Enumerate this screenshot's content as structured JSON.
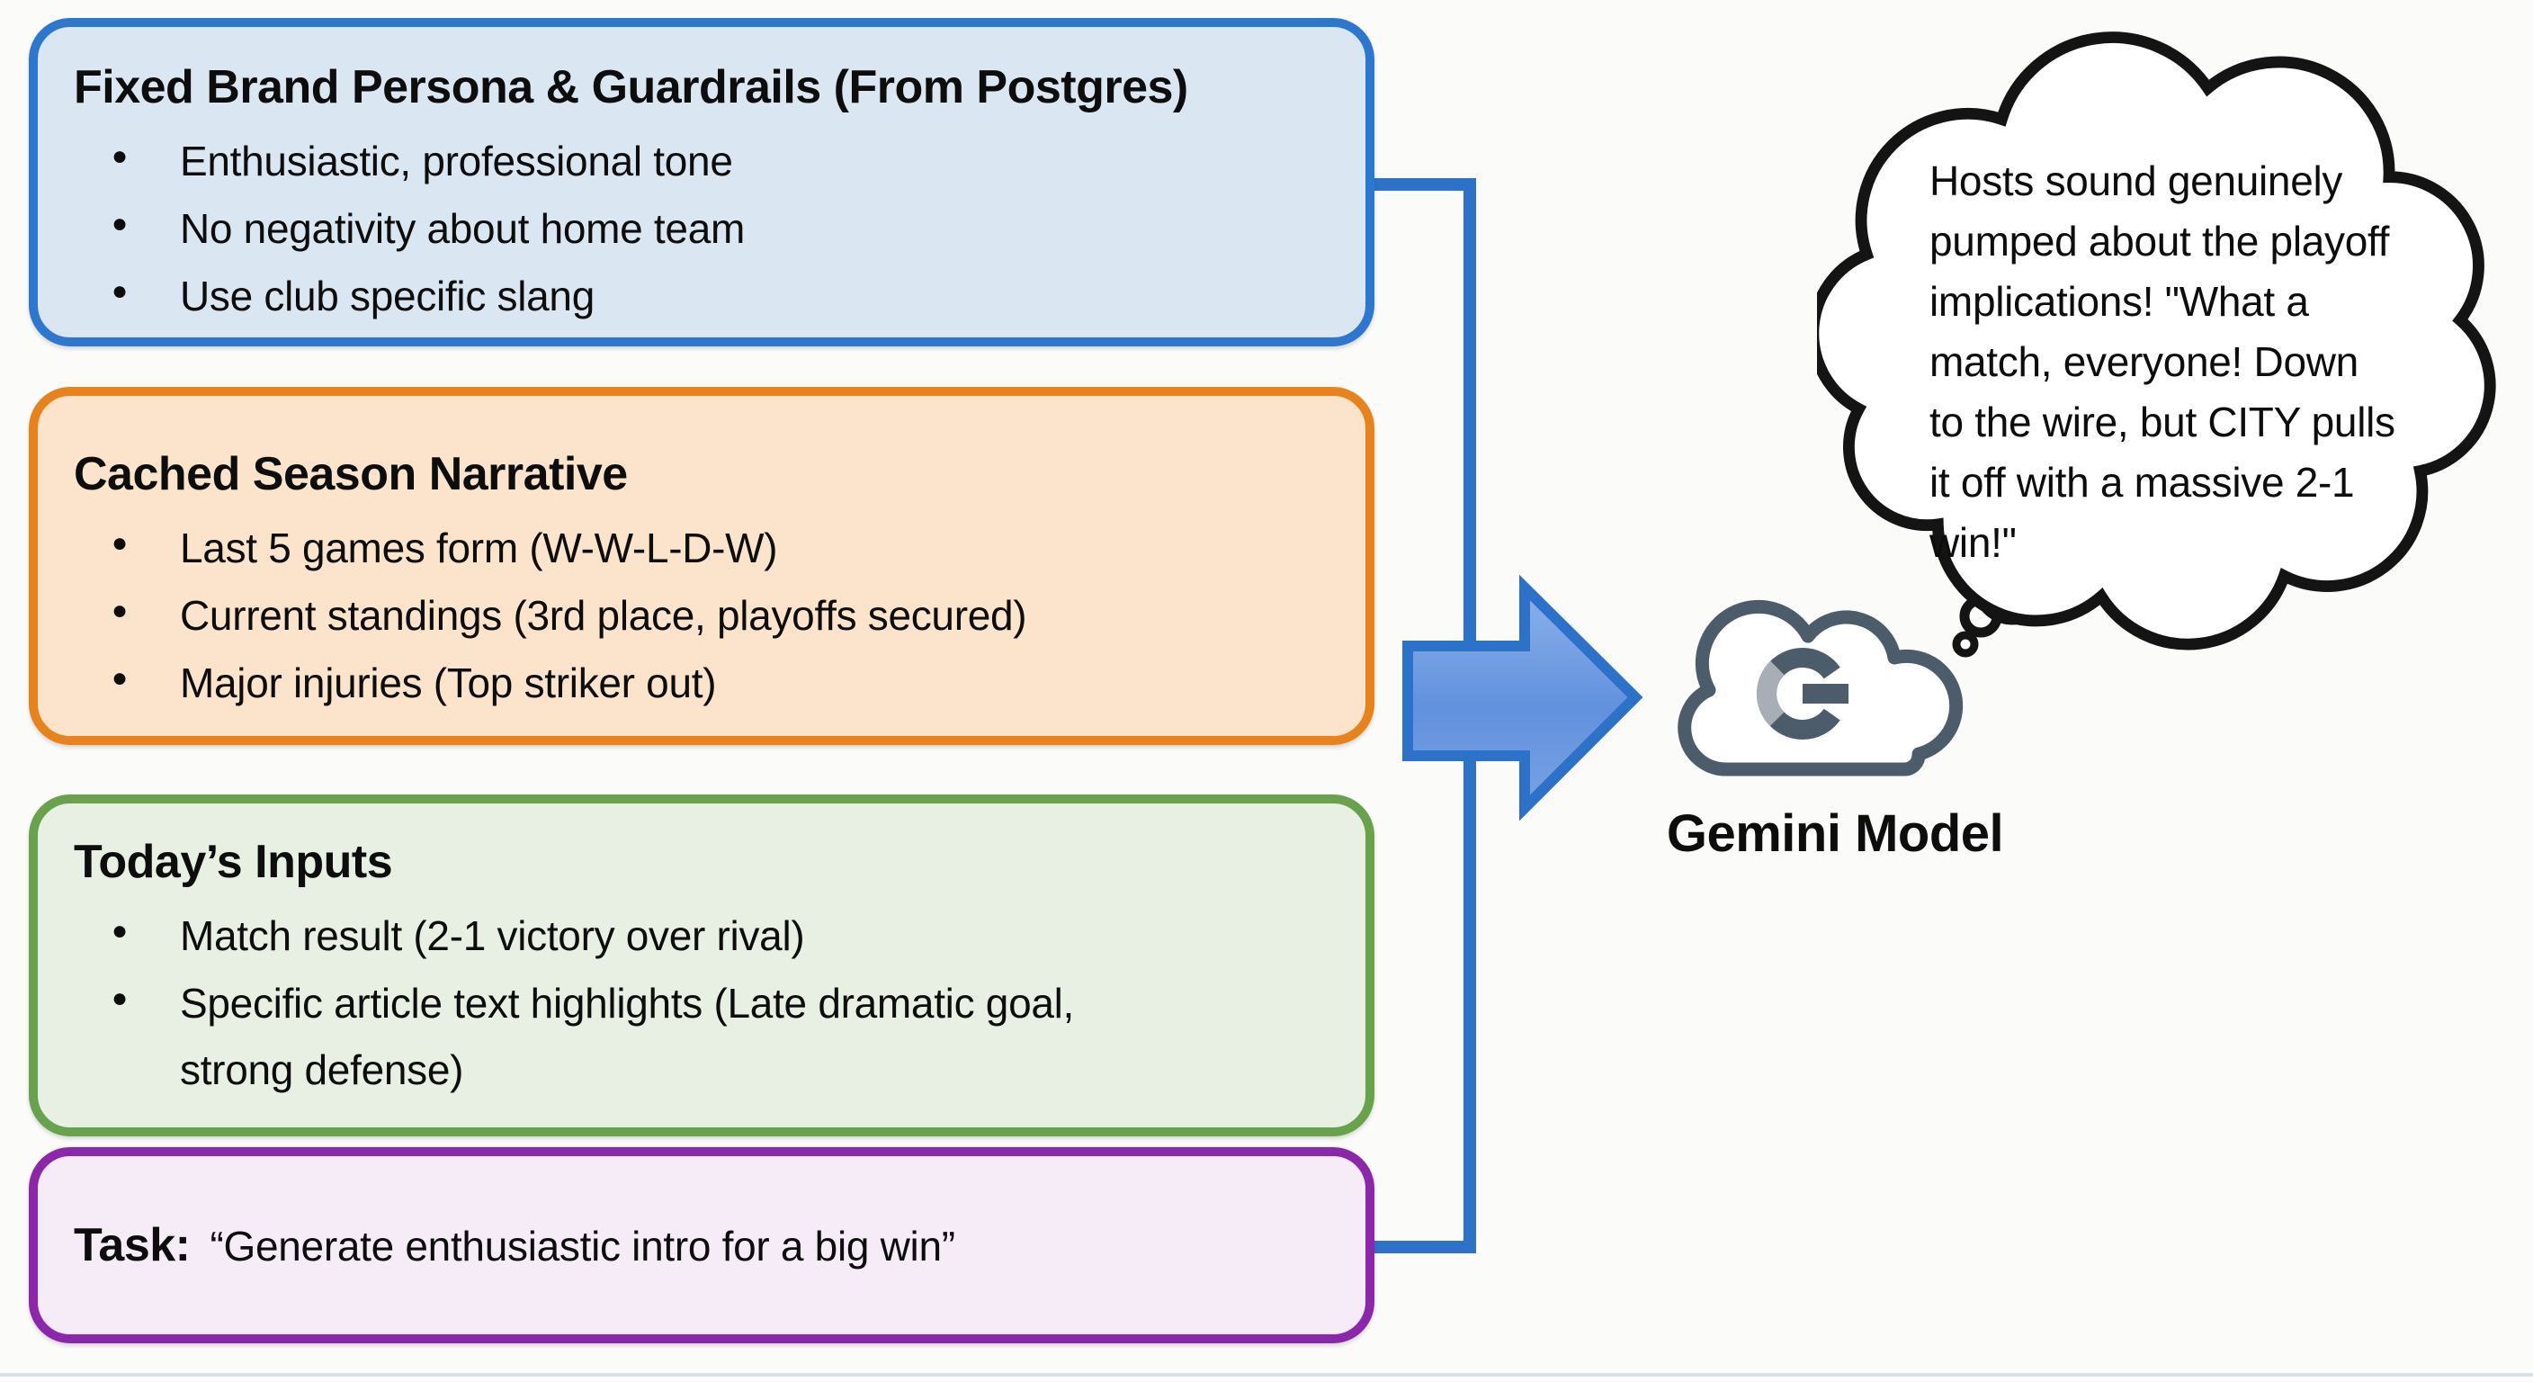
{
  "ui": {
    "bullet_glyph": "●"
  },
  "colors": {
    "connector": "#2b72c8",
    "arrow_border": "#2b72c8",
    "bubble_outline": "#141414",
    "cloud_icon": "#4d5c6b",
    "cloud_icon_accent": "#a7aeb6"
  },
  "boxes": [
    {
      "id": "brand-persona",
      "title": "Fixed Brand Persona & Guardrails (From Postgres)",
      "bullets": [
        "Enthusiastic, professional tone",
        "No negativity about home team",
        "Use club specific slang"
      ],
      "border": "#2c77cf",
      "fill": "#dbe6f3"
    },
    {
      "id": "season-narrative",
      "title": "Cached Season Narrative",
      "bullets": [
        "Last 5 games form (W-W-L-D-W)",
        "Current standings (3rd place, playoffs secured)",
        "Major injuries (Top striker out)"
      ],
      "border": "#e8821a",
      "fill": "#fbe4cb"
    },
    {
      "id": "todays-inputs",
      "title": "Today’s Inputs",
      "bullets": [
        "Match result (2-1 victory over rival)",
        "Specific article text highlights (Late dramatic goal,\nstrong defense)"
      ],
      "border": "#68a34b",
      "fill": "#e8f0e3"
    },
    {
      "id": "task",
      "label": "Task:",
      "text": "“Generate enthusiastic intro for a big win”",
      "border": "#8c26ab",
      "fill": "#f5ecf7"
    }
  ],
  "model": {
    "label": "Gemini Model",
    "icon_letter": "G"
  },
  "thought_bubble": {
    "lines": [
      "Hosts sound genuinely",
      "pumped about the playoff",
      "implications! \"What a",
      "match, everyone! Down",
      "to the wire, but CITY pulls",
      "it off with a massive 2-1",
      "win!\""
    ]
  }
}
